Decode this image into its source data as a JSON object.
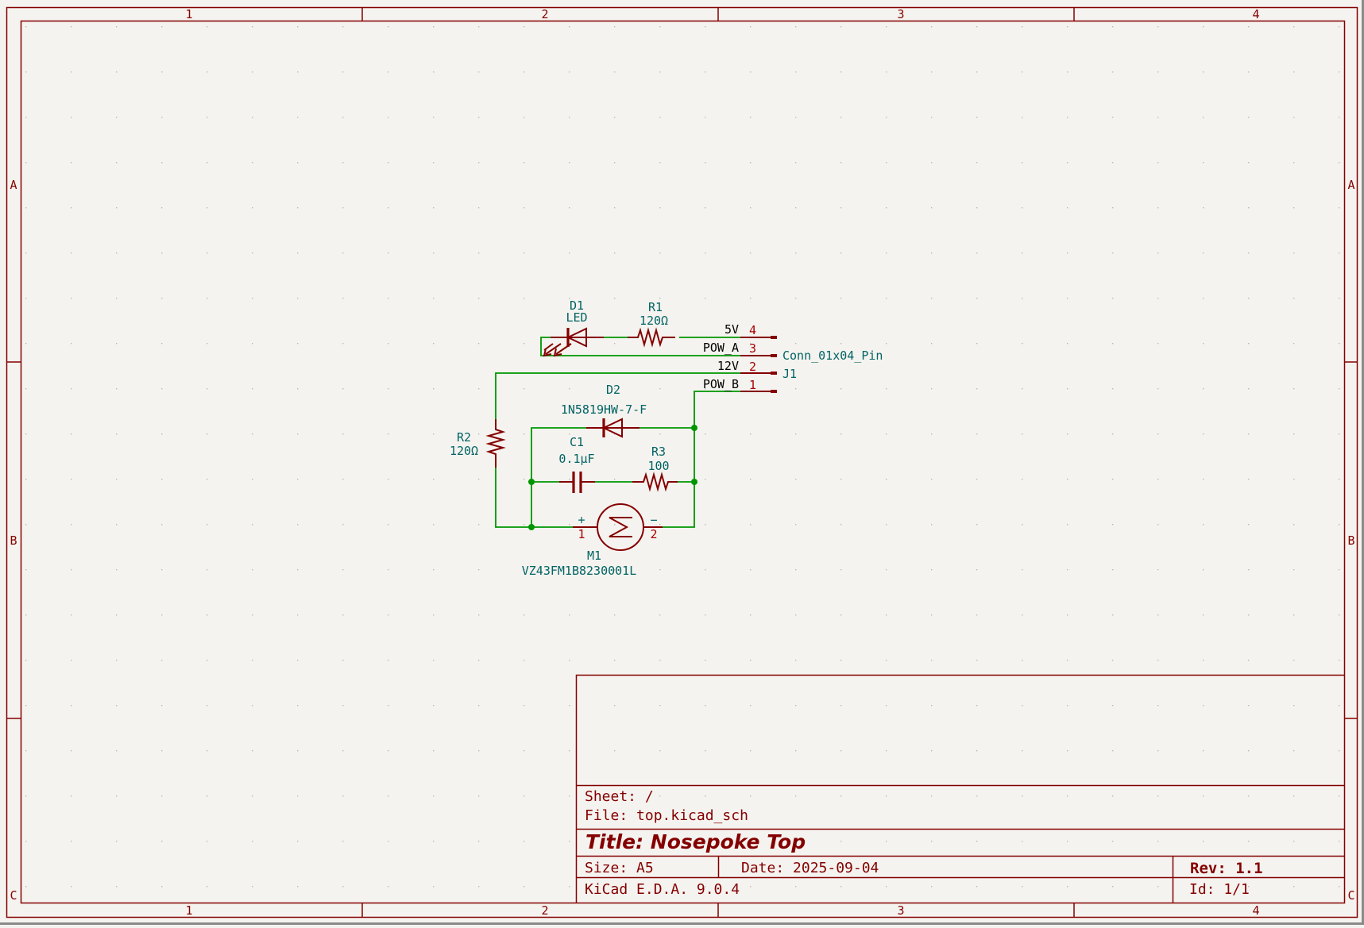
{
  "app": "KiCad Schematic",
  "frame": {
    "columns": [
      "1",
      "2",
      "3",
      "4"
    ],
    "rows": [
      "A",
      "B",
      "C"
    ]
  },
  "components": {
    "D1": {
      "ref": "D1",
      "value": "LED"
    },
    "R1": {
      "ref": "R1",
      "value": "120Ω"
    },
    "D2": {
      "ref": "D2",
      "value": "1N5819HW-7-F"
    },
    "R2": {
      "ref": "R2",
      "value": "120Ω"
    },
    "C1": {
      "ref": "C1",
      "value": "0.1µF"
    },
    "R3": {
      "ref": "R3",
      "value": "100"
    },
    "M1": {
      "ref": "M1",
      "value": "VZ43FM1B8230001L",
      "pin1": "1",
      "pin2": "2",
      "plus": "+",
      "minus": "−"
    },
    "J1": {
      "ref": "J1",
      "value": "Conn_01x04_Pin",
      "pins": [
        {
          "num": "4",
          "name": "5V"
        },
        {
          "num": "3",
          "name": "POW_A"
        },
        {
          "num": "2",
          "name": "12V"
        },
        {
          "num": "1",
          "name": "POW_B"
        }
      ]
    }
  },
  "title_block": {
    "sheet": "Sheet: /",
    "file": "File: top.kicad_sch",
    "title": "Title: Nosepoke Top",
    "size": "Size: A5",
    "date": "Date: 2025-09-04",
    "rev": "Rev: 1.1",
    "tool": "KiCad E.D.A. 9.0.4",
    "id": "Id: 1/1"
  },
  "colors": {
    "background": "#f5f3ef",
    "frame": "#840000",
    "wire": "#009600",
    "reference_text": "#006464",
    "pin_number": "#a90000"
  }
}
